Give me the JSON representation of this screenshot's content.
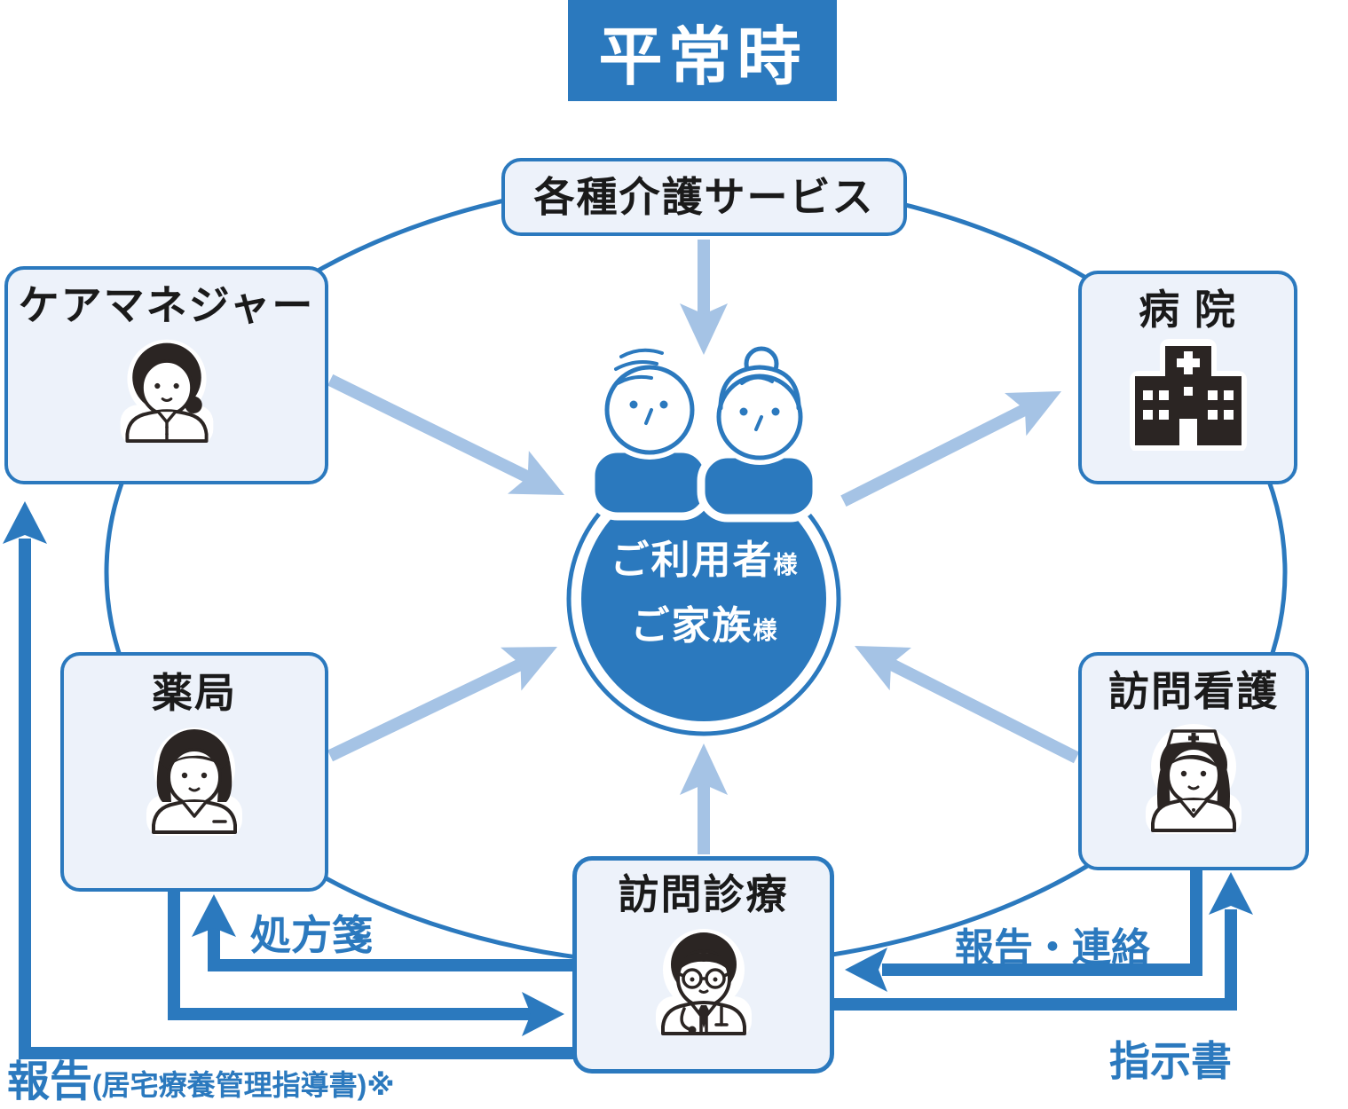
{
  "title": "平常時",
  "center": {
    "line1_main": "ご利用者",
    "line1_suffix": "様",
    "line2_main": "ご家族",
    "line2_suffix": "様"
  },
  "nodes": {
    "care_services": {
      "label": "各種介護サービス"
    },
    "care_manager": {
      "label": "ケアマネジャー",
      "icon": "care-manager-person"
    },
    "hospital": {
      "label": "病 院",
      "icon": "hospital-building"
    },
    "pharmacy": {
      "label": "薬局",
      "icon": "pharmacist-person"
    },
    "visiting_nursing": {
      "label": "訪問看護",
      "icon": "nurse-person"
    },
    "home_medical_care": {
      "label": "訪問診療",
      "icon": "doctor-person"
    }
  },
  "flow_labels": {
    "prescription": "処方箋",
    "report_contact": "報告・連絡",
    "instruction_form": "指示書",
    "report": "報告",
    "report_detail": "(居宅療養管理指導書)※"
  },
  "colors": {
    "primary": "#2b79be",
    "light_arrow": "#a5c3e5",
    "box_background": "#edf2fa",
    "icon_ink": "#2b2523"
  }
}
